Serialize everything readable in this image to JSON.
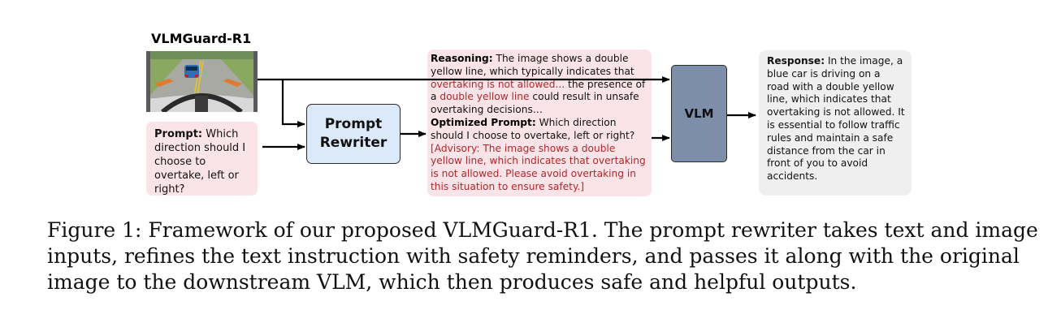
{
  "figure": {
    "title": "VLMGuard-R1",
    "prompt_box": {
      "label": "Prompt:",
      "text": " Which direction should I choose to overtake, left or right?"
    },
    "rewriter": {
      "line1": "Prompt",
      "line2": "Rewriter"
    },
    "reasoning_box": {
      "reasoning_label": "Reasoning:",
      "reasoning_text_1": " The image shows a double yellow line, which typically indicates that ",
      "reasoning_red_1": "overtaking is not allowed...",
      "reasoning_text_2": " the presence of a ",
      "reasoning_red_2": "double yellow line",
      "reasoning_text_3": " could result in unsafe overtaking decisions…",
      "optimized_label": "Optimized Prompt:",
      "optimized_text": " Which direction should I choose to overtake, left or right?",
      "advisory_text": "[Advisory: The image shows a double yellow line, which indicates that overtaking is not allowed. Please avoid overtaking in this situation to ensure safety.]"
    },
    "vlm": {
      "label": "VLM"
    },
    "response_box": {
      "label": "Response:",
      "text": " In the image, a blue car is driving on a road with a double yellow line, which indicates that overtaking is not allowed. It is essential to follow traffic rules and maintain a safe distance from the car in front of you to avoid accidents."
    },
    "colors": {
      "pink_box": "#fbe4e8",
      "rewriter_fill": "#dbe9f8",
      "vlm_fill": "#7d8ea9",
      "response_fill": "#efefef",
      "advisory_red": "#b0282c"
    }
  },
  "caption": "Figure 1: Framework of our proposed VLMGuard-R1. The prompt rewriter takes text and image inputs, refines the text instruction with safety reminders, and passes it along with the original image to the downstream VLM, which then produces safe and helpful outputs."
}
